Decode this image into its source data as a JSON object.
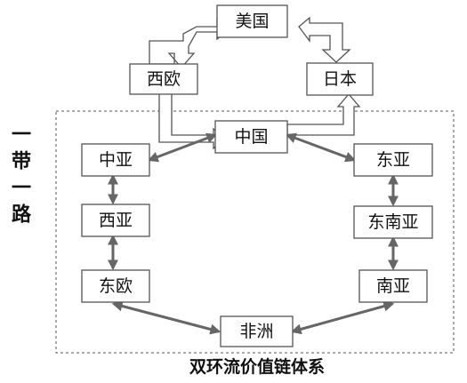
{
  "nodes": {
    "usa": "美国",
    "western_europe": "西欧",
    "japan": "日本",
    "china": "中国",
    "central_asia": "中亚",
    "east_asia": "东亚",
    "west_asia": "西亚",
    "southeast_asia": "东南亚",
    "eastern_europe": "东欧",
    "south_asia": "南亚",
    "africa": "非洲"
  },
  "side_label": [
    "一",
    "带",
    "一",
    "路"
  ],
  "caption": "双环流价值链体系",
  "colors": {
    "box_border": "#555555",
    "connector": "#666666",
    "text": "#111111"
  }
}
